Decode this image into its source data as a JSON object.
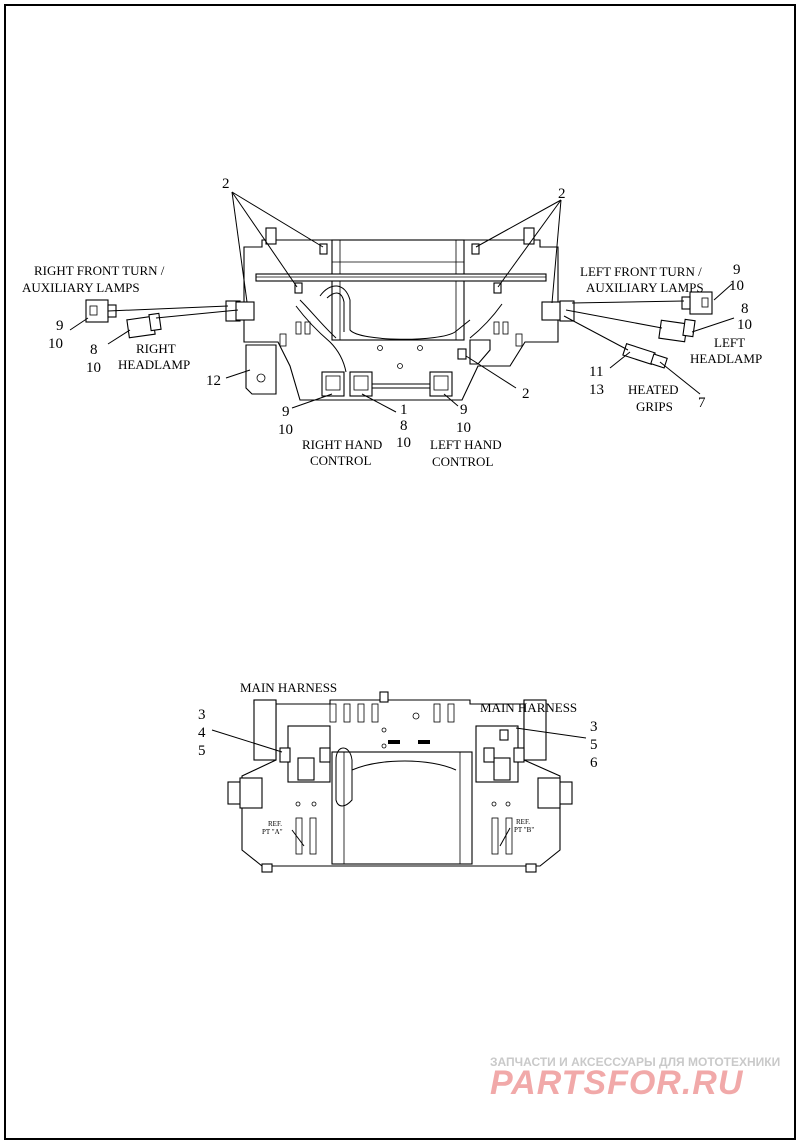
{
  "top_view": {
    "callouts": {
      "n2_top_left": "2",
      "n2_top_right": "2",
      "n2_bottom_right": "2",
      "n1": "1",
      "n7": "7",
      "n8_right_headlamp": "8",
      "n10_right_headlamp": "10",
      "n9_right_turn": "9",
      "n10_right_turn": "10",
      "n9_left_turn": "9",
      "n10_left_turn": "10",
      "n8_left_headlamp": "8",
      "n10_left_headlamp": "10",
      "n11": "11",
      "n13": "13",
      "n12": "12",
      "n9_right_hand": "9",
      "n10_right_hand": "10",
      "n8_center": "8",
      "n10_center": "10",
      "n9_left_hand": "9",
      "n10_left_hand": "10"
    },
    "labels": {
      "right_front_turn_l1": "RIGHT FRONT TURN /",
      "right_front_turn_l2": "AUXILIARY LAMPS",
      "left_front_turn_l1": "LEFT FRONT TURN /",
      "left_front_turn_l2": "AUXILIARY LAMPS",
      "right_headlamp_l1": "RIGHT",
      "right_headlamp_l2": "HEADLAMP",
      "left_headlamp_l1": "LEFT",
      "left_headlamp_l2": "HEADLAMP",
      "heated_grips_l1": "HEATED",
      "heated_grips_l2": "GRIPS",
      "right_hand_control_l1": "RIGHT HAND",
      "right_hand_control_l2": "CONTROL",
      "left_hand_control_l1": "LEFT HAND",
      "left_hand_control_l2": "CONTROL"
    }
  },
  "bottom_view": {
    "labels": {
      "main_harness_left": "MAIN HARNESS",
      "main_harness_right": "MAIN HARNESS",
      "ref_a_l1": "REF.",
      "ref_a_l2": "PT \"A\"",
      "ref_b_l1": "REF.",
      "ref_b_l2": "PT \"B\""
    },
    "callouts": {
      "left_3": "3",
      "left_4": "4",
      "left_5": "5",
      "right_3": "3",
      "right_5": "5",
      "right_6": "6"
    }
  },
  "watermark": {
    "tagline": "ЗАПЧАСТИ И АКСЕССУАРЫ ДЛЯ МОТОТЕХНИКИ",
    "logo": "PARTSFOR.RU"
  }
}
